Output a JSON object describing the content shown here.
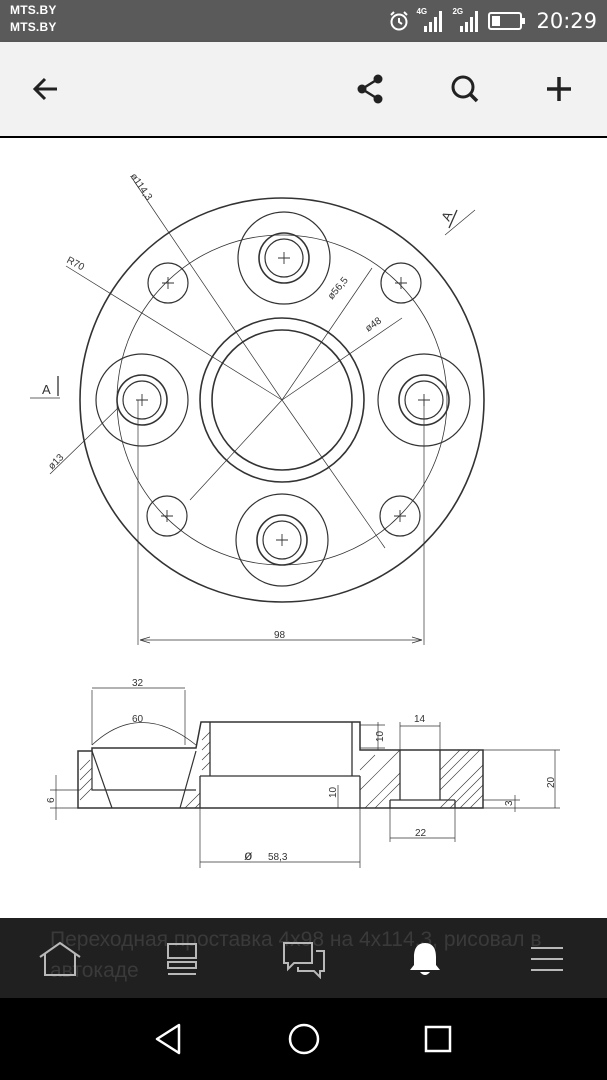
{
  "status_bar": {
    "carrier_1": "MTS.BY",
    "carrier_2": "MTS.BY",
    "network_1": "4G",
    "network_2": "2G",
    "time": "20:29"
  },
  "toolbar": {
    "back_icon": "arrow-left-icon",
    "share_icon": "share-icon",
    "search_icon": "search-icon",
    "add_icon": "plus-icon"
  },
  "drawing": {
    "labels": {
      "d1143": "ø114,3",
      "r70": "R70",
      "a1_right": "A",
      "a1_left": "A",
      "d565": "ø56,5",
      "d48": "ø48",
      "d13": "ø13",
      "dim98": "98",
      "dim32": "32",
      "dim60": "60",
      "dim14": "14",
      "dim10a": "10",
      "dim10b": "10",
      "dim20": "20",
      "dim6": "6",
      "dim3": "3",
      "dim22": "22",
      "phi": "ø",
      "dim583": "58,3"
    }
  },
  "caption": "Переходная проставка 4х98 на 4х114.3, рисовал в автокаде",
  "bottom_actions": {
    "home_icon": "home-icon",
    "gallery_icon": "gallery-icon",
    "comments_icon": "comments-icon",
    "bell_icon": "bell-icon",
    "menu_icon": "menu-icon"
  },
  "nav_bar": {
    "back_icon": "nav-back-icon",
    "home_icon": "nav-home-icon",
    "recents_icon": "nav-recents-icon"
  },
  "colors": {
    "status_bar": "#5a5a5a",
    "toolbar": "#f2f2f2",
    "bottom_panel": "#202020",
    "bell_active": "#ffffff"
  }
}
